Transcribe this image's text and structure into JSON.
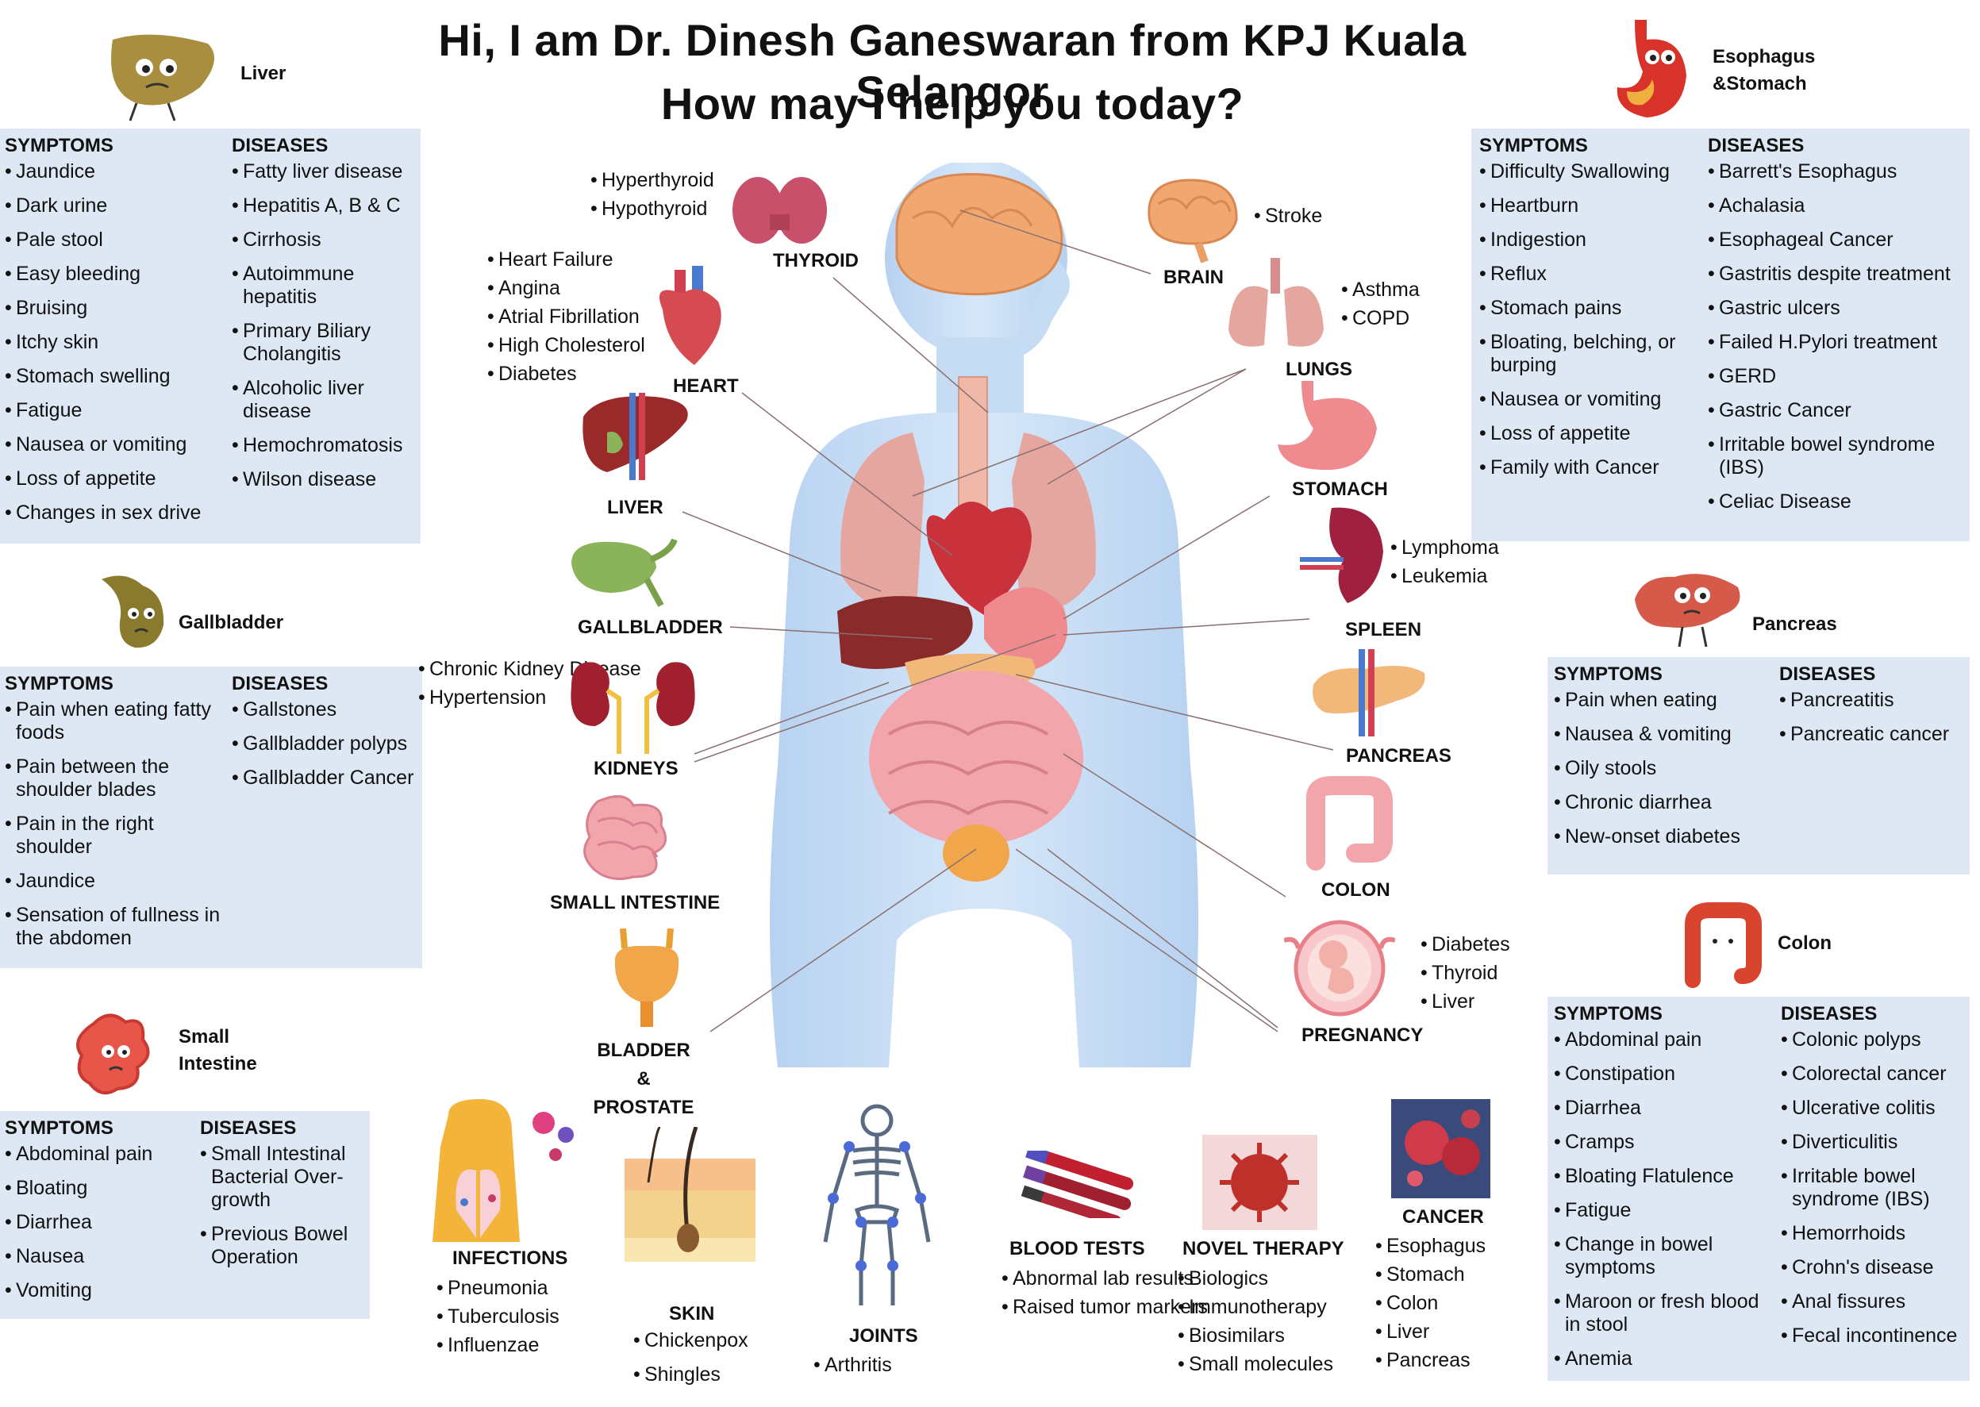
{
  "header": {
    "line1": "Hi, I am Dr. Dinesh Ganeswaran from KPJ Kuala Selangor",
    "line2": "How may I help you today?"
  },
  "panels": {
    "liver": {
      "title": "Liver",
      "symptoms_head": "SYMPTOMS",
      "diseases_head": "DISEASES",
      "symptoms": [
        "Jaundice",
        "Dark urine",
        "Pale stool",
        "Easy bleeding",
        "Bruising",
        "Itchy skin",
        "Stomach swelling",
        "Fatigue",
        "Nausea or vomiting",
        "Loss of appetite",
        "Changes in sex drive"
      ],
      "diseases": [
        "Fatty liver disease",
        "Hepatitis A, B & C",
        "Cirrhosis",
        "Autoimmune hepatitis",
        "Primary Biliary Cholangitis",
        "Alcoholic liver disease",
        "Hemochromatosis",
        "Wilson disease"
      ]
    },
    "gallbladder": {
      "title": "Gallbladder",
      "symptoms_head": "SYMPTOMS",
      "diseases_head": "DISEASES",
      "symptoms": [
        "Pain when eating fatty foods",
        "Pain between the shoulder blades",
        "Pain in the right shoulder",
        "Jaundice",
        "Sensation of fullness in the abdomen"
      ],
      "diseases": [
        "Gallstones",
        "Gallbladder polyps",
        "Gallbladder Cancer"
      ]
    },
    "small_intestine": {
      "title": "Small Intestine",
      "symptoms_head": "SYMPTOMS",
      "diseases_head": "DISEASES",
      "symptoms": [
        "Abdominal pain",
        "Bloating",
        "Diarrhea",
        "Nausea",
        "Vomiting"
      ],
      "diseases": [
        "Small Intestinal Bacterial Over-growth",
        "Previous Bowel Operation"
      ]
    },
    "esophagus_stomach": {
      "title": "Esophagus &Stomach",
      "symptoms_head": "SYMPTOMS",
      "diseases_head": "DISEASES",
      "symptoms": [
        "Difficulty Swallowing",
        "Heartburn",
        "Indigestion",
        "Reflux",
        "Stomach pains",
        "Bloating, belching, or burping",
        "Nausea or vomiting",
        "Loss of appetite",
        "Family with Cancer"
      ],
      "diseases": [
        "Barrett's Esophagus",
        "Achalasia",
        "Esophageal Cancer",
        "Gastritis despite treatment",
        "Gastric ulcers",
        "Failed H.Pylori treatment",
        "GERD",
        "Gastric Cancer",
        "Irritable bowel syndrome (IBS)",
        "Celiac Disease"
      ]
    },
    "pancreas": {
      "title": "Pancreas",
      "symptoms_head": "SYMPTOMS",
      "diseases_head": "DISEASES",
      "symptoms": [
        "Pain when eating",
        "Nausea & vomiting",
        "Oily stools",
        "Chronic diarrhea",
        "New-onset diabetes"
      ],
      "diseases": [
        "Pancreatitis",
        "Pancreatic cancer"
      ]
    },
    "colon": {
      "title": "Colon",
      "symptoms_head": "SYMPTOMS",
      "diseases_head": "DISEASES",
      "symptoms": [
        "Abdominal pain",
        "Constipation",
        "Diarrhea",
        "Cramps",
        "Bloating Flatulence",
        "Fatigue",
        "Change in bowel symptoms",
        "Maroon or fresh blood in stool",
        "Anemia"
      ],
      "diseases": [
        "Colonic polyps",
        "Colorectal cancer",
        "Ulcerative colitis",
        "Diverticulitis",
        "Irritable bowel syndrome (IBS)",
        "Hemorrhoids",
        "Crohn's disease",
        "Anal fissures",
        "Fecal incontinence"
      ]
    }
  },
  "organs": {
    "thyroid": {
      "label": "THYROID",
      "items": [
        "Hyperthyroid",
        "Hypothyroid"
      ]
    },
    "heart": {
      "label": "HEART",
      "items": [
        "Heart Failure",
        "Angina",
        "Atrial Fibrillation",
        "High Cholesterol",
        "Diabetes"
      ]
    },
    "liver": {
      "label": "LIVER"
    },
    "gallbladder": {
      "label": "GALLBLADDER"
    },
    "kidneys": {
      "label": "KIDNEYS",
      "items": [
        "Chronic Kidney Disease",
        "Hypertension"
      ]
    },
    "small_intestine": {
      "label": "SMALL INTESTINE"
    },
    "bladder": {
      "label": "BLADDER & PROSTATE"
    },
    "brain": {
      "label": "BRAIN",
      "items": [
        "Stroke"
      ]
    },
    "lungs": {
      "label": "LUNGS",
      "items": [
        "Asthma",
        "COPD"
      ]
    },
    "stomach": {
      "label": "STOMACH"
    },
    "spleen": {
      "label": "SPLEEN",
      "items": [
        "Lymphoma",
        "Leukemia"
      ]
    },
    "pancreas": {
      "label": "PANCREAS"
    },
    "colon": {
      "label": "COLON"
    },
    "pregnancy": {
      "label": "PREGNANCY",
      "items": [
        "Diabetes",
        "Thyroid",
        "Liver"
      ]
    }
  },
  "bottom": {
    "infections": {
      "label": "INFECTIONS",
      "items": [
        "Pneumonia",
        "Tuberculosis",
        "Influenzae"
      ]
    },
    "skin": {
      "label": "SKIN",
      "items": [
        "Chickenpox",
        "Shingles"
      ]
    },
    "joints": {
      "label": "JOINTS",
      "items": [
        "Arthritis"
      ]
    },
    "blood_tests": {
      "label": "BLOOD TESTS",
      "items": [
        "Abnormal lab results",
        "Raised tumor markers"
      ]
    },
    "novel_therapy": {
      "label": "NOVEL THERAPY",
      "items": [
        "Biologics",
        "Immunotherapy",
        "Biosimilars",
        "Small molecules"
      ]
    },
    "cancer": {
      "label": "CANCER",
      "items": [
        "Esophagus",
        "Stomach",
        "Colon",
        "Liver",
        "Pancreas"
      ]
    }
  },
  "icons": [
    "liver-mascot-icon",
    "gallbladder-mascot-icon",
    "small-intestine-mascot-icon",
    "stomach-mascot-icon",
    "pancreas-mascot-icon",
    "colon-mascot-icon",
    "thyroid-icon",
    "heart-icon",
    "liver-icon",
    "gallbladder-icon",
    "kidneys-icon",
    "small-intestine-icon",
    "bladder-icon",
    "brain-icon",
    "lungs-icon",
    "stomach-icon",
    "spleen-icon",
    "pancreas-icon",
    "colon-icon",
    "fetus-icon",
    "infection-lungs-icon",
    "skin-icon",
    "skeleton-icon",
    "blood-tubes-icon",
    "virus-icon",
    "cancer-cells-icon"
  ],
  "colors": {
    "panel": "#dde8f4",
    "body": "#c5dcf3",
    "organ_red": "#c9323a",
    "liver": "#8b2a2a",
    "brain": "#f0a870",
    "intestine": "#f0a0a8",
    "gallbladder": "#8bb35a"
  }
}
